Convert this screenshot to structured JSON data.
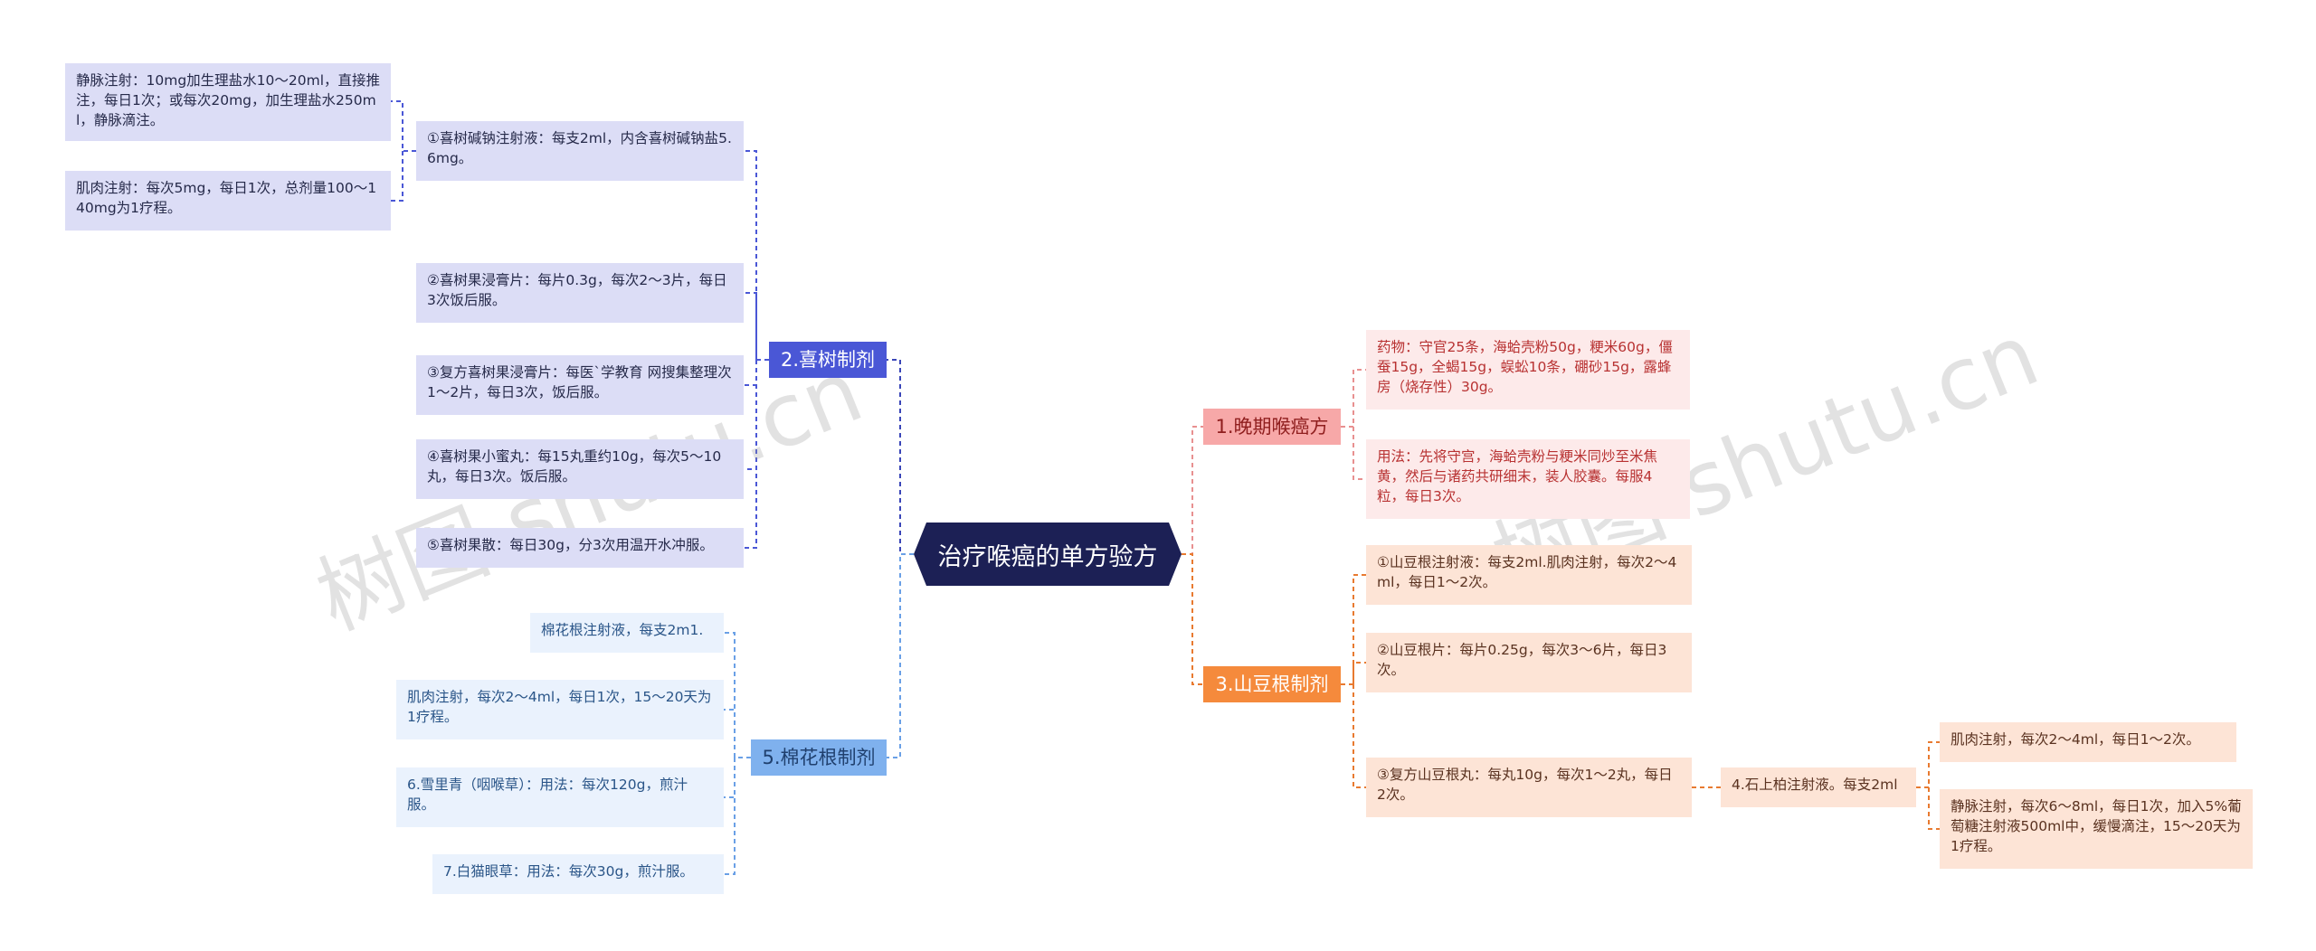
{
  "root": "治疗喉癌的单方验方",
  "watermark": "树图 shutu.cn",
  "branches": {
    "b1": {
      "label": "1.晚期喉癌方",
      "children": [
        "药物：守官25条，海蛤壳粉50g，粳米60g，僵蚕15g，全蝎15g，蜈蚣10条，硼砂15g，露蜂房（烧存性）30g。",
        "用法：先将守宫，海蛤壳粉与粳米同炒至米焦黄，然后与诸药共研细末，装人胶囊。每服4粒，每日3次。"
      ]
    },
    "b2": {
      "label": "2.喜树制剂",
      "children": [
        "①喜树碱钠注射液：每支2ml，内含喜树碱钠盐5.6mg。",
        "②喜树果浸膏片：每片0.3g，每次2～3片，每日3次饭后服。",
        "③复方喜树果浸膏片：每医`学教育 网搜集整理次1～2片，每日3次，饭后服。",
        "④喜树果小蜜丸：每15丸重约10g，每次5～10丸，每日3次。饭后服。",
        "⑤喜树果散：每日30g，分3次用温开水冲服。"
      ],
      "grand": [
        "静脉注射：10mg加生理盐水10～20ml，直接推注，每日1次；或每次20mg，加生理盐水250ml，静脉滴注。",
        "肌肉注射：每次5mg，每日1次，总剂量100～140mg为1疗程。"
      ]
    },
    "b3": {
      "label": "3.山豆根制剂",
      "children": [
        "①山豆根注射液：每支2ml.肌肉注射，每次2～4ml，每日1～2次。",
        "②山豆根片：每片0.25g，每次3～6片，每日3次。",
        "③复方山豆根丸：每丸10g，每次1～2丸，每日2次。"
      ],
      "extra": "4.石上柏注射液。每支2ml",
      "grand": [
        "肌肉注射，每次2～4ml，每日1～2次。",
        "静脉注射，每次6～8ml，每日1次，加入5%葡萄糖注射液500ml中，缓慢滴注，15～20天为1疗程。"
      ]
    },
    "b5": {
      "label": "5.棉花根制剂",
      "children": [
        "棉花根注射液，每支2m1.",
        "肌肉注射，每次2～4ml，每日1次，15～20天为1疗程。",
        "6.雪里青（咽喉草）：用法：每次120g，煎汁服。",
        "7.白猫眼草：用法：每次30g，煎汁服。"
      ]
    }
  },
  "colors": {
    "root": "#1c2055",
    "blue_branch": "#4a57d6",
    "light_blue_branch": "#7fb1ee",
    "pink_branch": "#f7a8a8",
    "orange_branch": "#f58a3c"
  }
}
